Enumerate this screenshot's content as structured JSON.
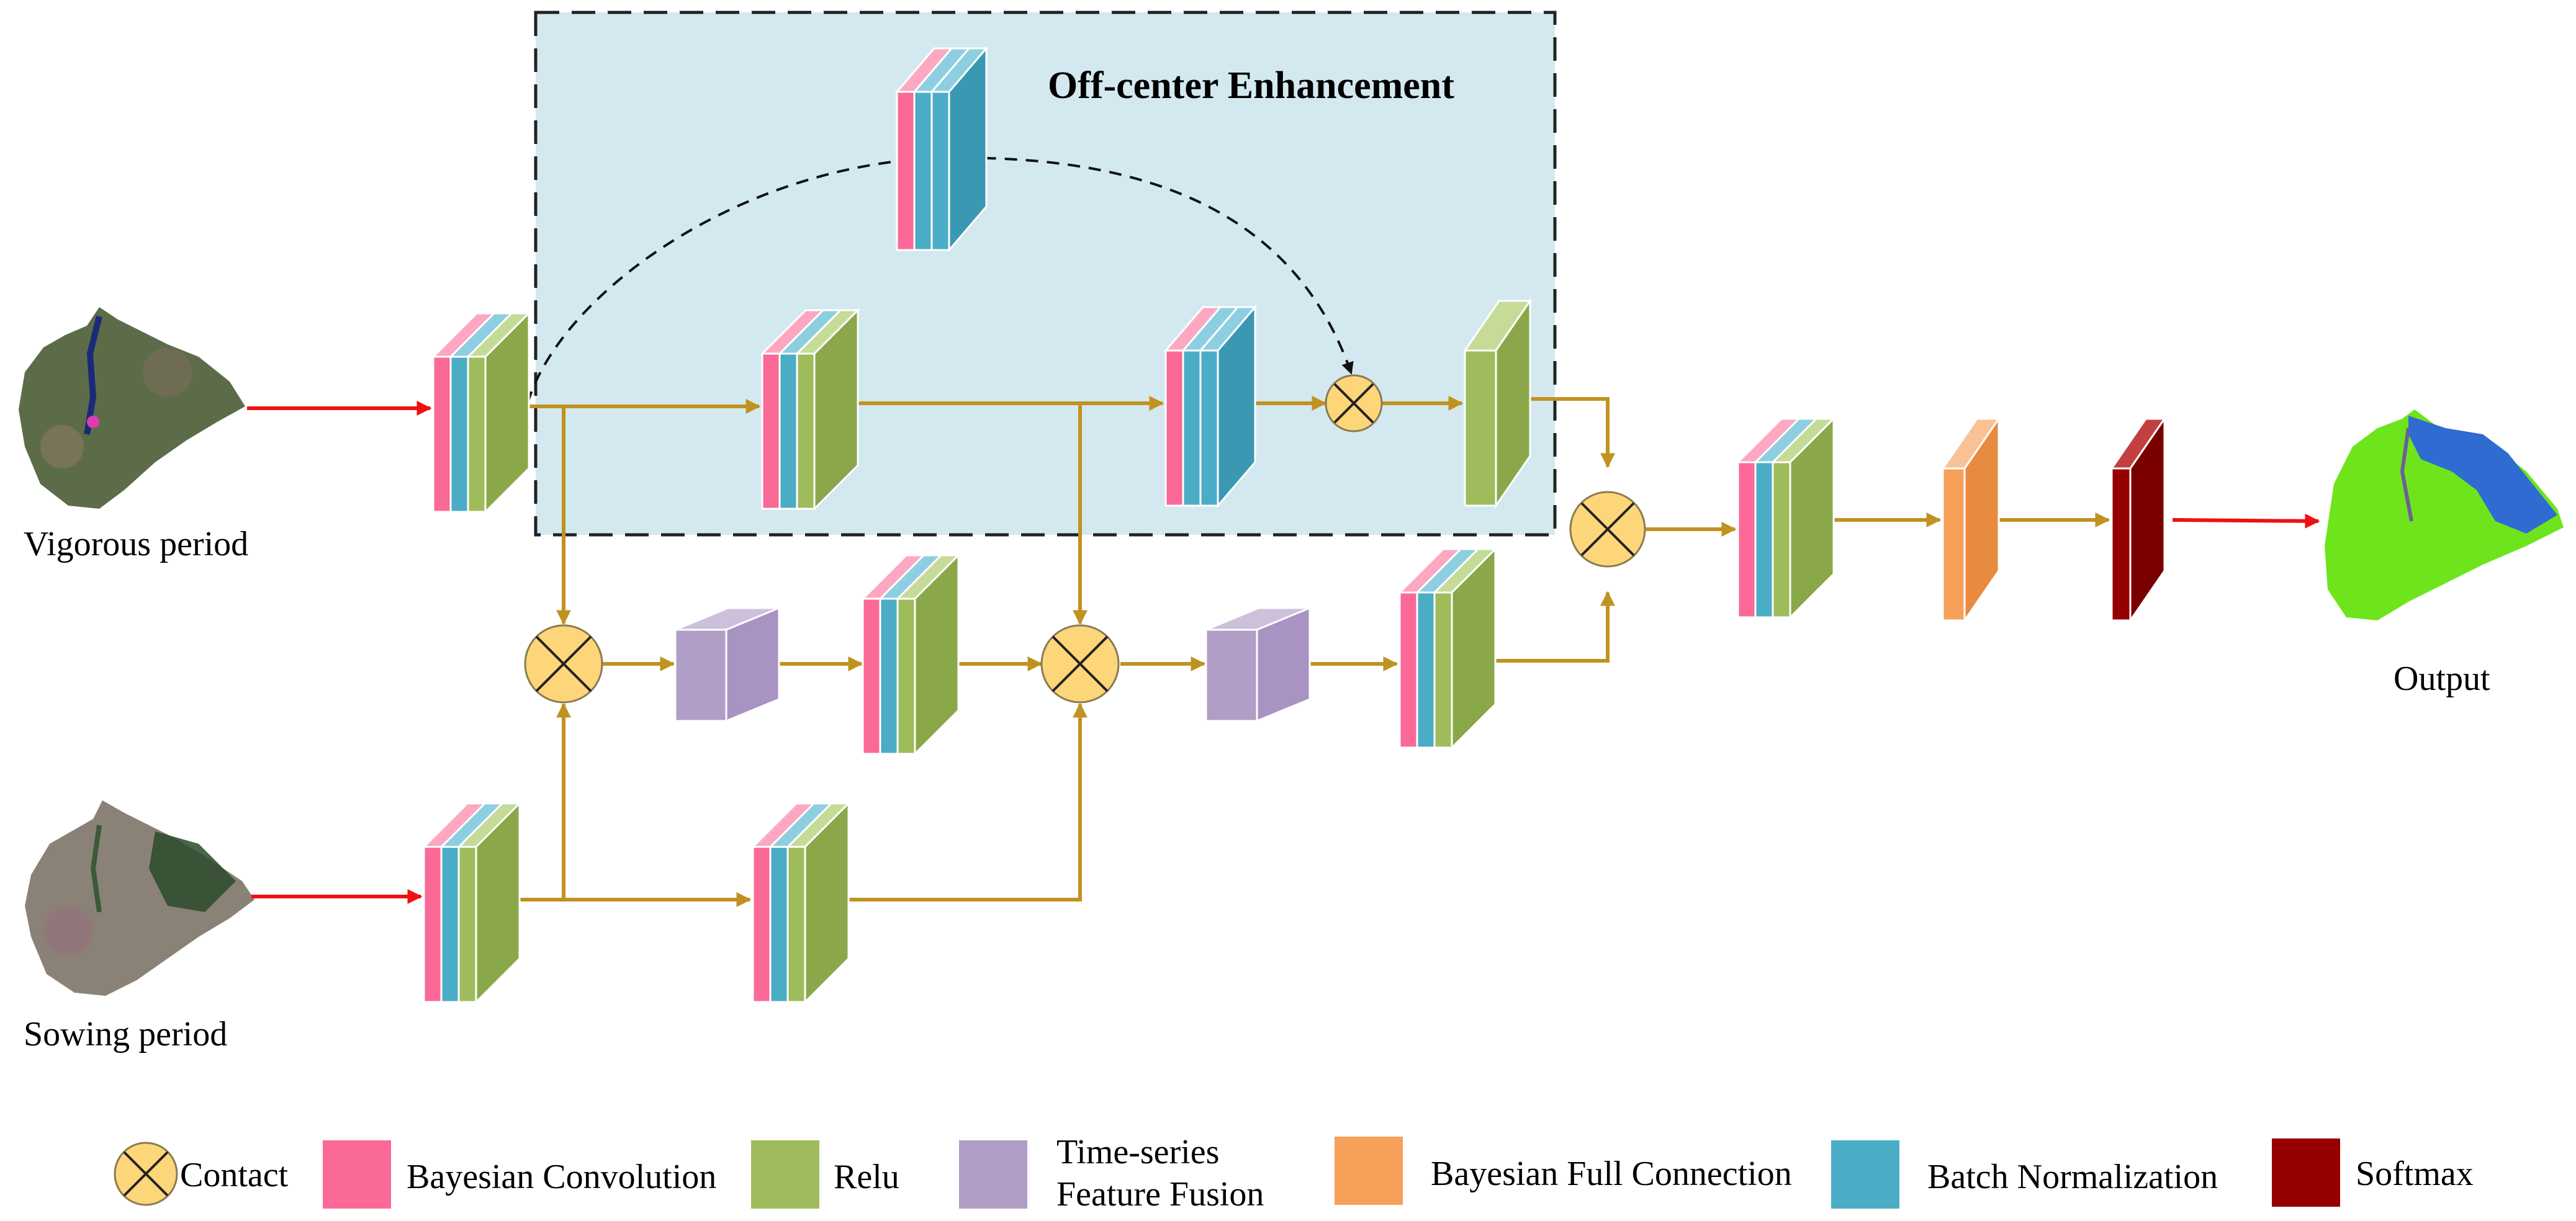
{
  "title": "Off-center Enhancement",
  "inputs": {
    "vigorous_label": "Vigorous period",
    "sowing_label": "Sowing period"
  },
  "output_label": "Output",
  "legend": [
    {
      "key": "contact",
      "label": "Contact",
      "color": "#fdd67a"
    },
    {
      "key": "bayesian-convolution",
      "label": "Bayesian Convolution",
      "color": "#fb6997"
    },
    {
      "key": "relu",
      "label": "Relu",
      "color": "#9fbc5c"
    },
    {
      "key": "time-series-feature-fusion",
      "label": "Time-series",
      "label2": "Feature Fusion",
      "color": "#b09ec6"
    },
    {
      "key": "bayesian-full-connection",
      "label": "Bayesian Full Connection",
      "color": "#f6a05a"
    },
    {
      "key": "batch-normalization",
      "label": "Batch Normalization",
      "color": "#4bacc6"
    },
    {
      "key": "softmax",
      "label": "Softmax",
      "color": "#960000"
    }
  ],
  "colors": {
    "flow_arrow": "#c09220",
    "input_arrow": "#ee1111",
    "enhancement_fill": "#d3e9ef",
    "enhancement_border": "#222222"
  }
}
